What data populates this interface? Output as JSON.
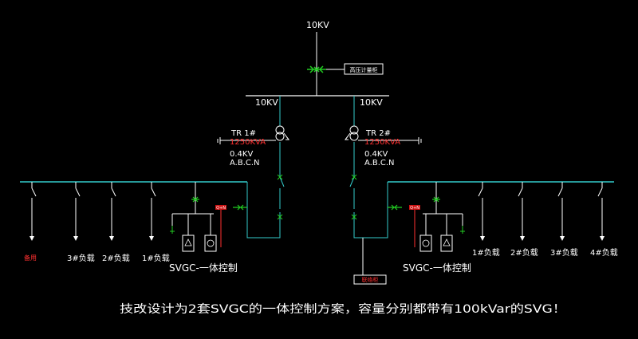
{
  "labels": {
    "top_voltage": "10KV",
    "incomer_box": "高压计量柜",
    "left_bus_voltage": "10KV",
    "right_bus_voltage": "10KV",
    "tr1_name": "TR 1#",
    "tr1_rating": "1250KVA",
    "tr1_lv": "0.4KV",
    "tr1_phases": "A.B.C.N",
    "tr2_name": "TR 2#",
    "tr2_rating": "1250KVA",
    "tr2_lv": "0.4KV",
    "tr2_phases": "A.B.C.N",
    "left_spare": "备用",
    "left_loads": [
      "3#负载",
      "2#负载",
      "1#负载"
    ],
    "left_svgc": "SVGC-一体控制",
    "right_loads": [
      "1#负载",
      "2#负载",
      "3#负载",
      "4#负载"
    ],
    "right_svgc": "SVGC-一体控制",
    "tie_box": "联络柜",
    "left_svgc_tag": "Q+N",
    "right_svgc_tag": "Q+N",
    "bottom_note": "技改设计为2套SVGC的一体控制方案，容量分别都带有100kVar的SVG！"
  },
  "colors": {
    "background": "#000000",
    "line_white": "#ffffff",
    "busbar_cyan": "#33cccc",
    "breaker_green": "#22cc22",
    "rating_red": "#ff3030",
    "tag_red": "#cc1111"
  }
}
